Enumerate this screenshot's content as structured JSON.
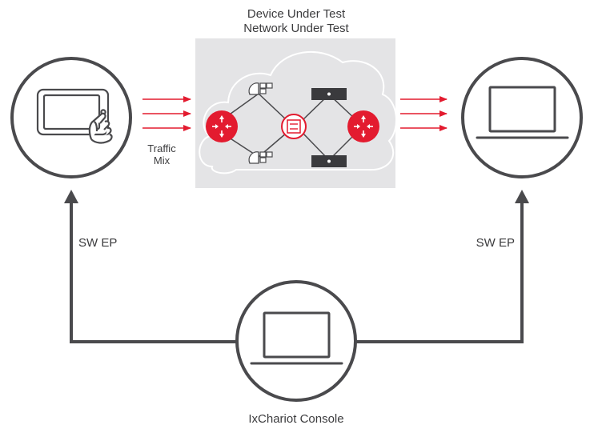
{
  "header": {
    "line1": "Device Under Test",
    "line2": "Network Under Test"
  },
  "traffic_label": {
    "line1": "Traffic",
    "line2": "Mix"
  },
  "left_link_label": "SW EP",
  "right_link_label": "SW EP",
  "console_label": "IxChariot Console",
  "colors": {
    "accent_red": "#e31b2f",
    "line_gray": "#4a4a4d",
    "panel_gray": "#e4e4e6",
    "text": "#3b3b3d"
  },
  "icons": {
    "left_endpoint": "tablet-hand-icon",
    "right_endpoint": "laptop-icon",
    "console": "laptop-icon",
    "routers": "router-icon",
    "center": "firewall-switch-icon",
    "access_points": "wireless-access-point-icon",
    "servers": "server-icon"
  }
}
